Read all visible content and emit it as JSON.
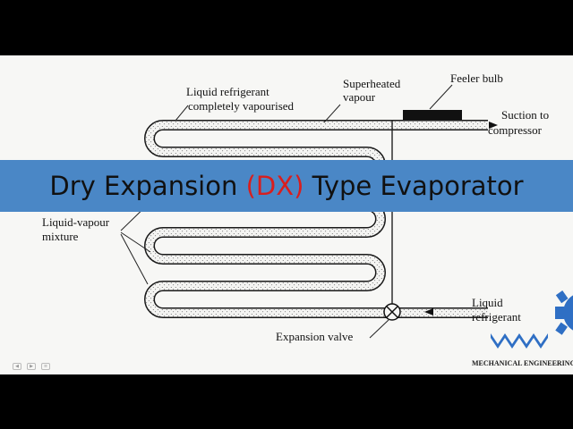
{
  "title": {
    "prefix": "Dry Expansion ",
    "accent": "(DX)",
    "suffix": " Type Evaporator"
  },
  "colors": {
    "banner": "#4a87c6",
    "accent": "#d81e1e",
    "slide_background": "#f7f7f5",
    "letterbox": "#000000",
    "logo": "#2f6fc4"
  },
  "labels": {
    "liquid_refrigerant_completely_vapourised": [
      "Liquid refrigerant",
      "completely vapourised"
    ],
    "superheated_vapour": [
      "Superheated",
      "vapour"
    ],
    "feeler_bulb": "Feeler bulb",
    "suction_to_compressor": [
      "Suction to",
      "compressor"
    ],
    "liquid_vapour_mixture": [
      "Liquid-vapour",
      "mixture"
    ],
    "liquid_refrigerant_inlet": [
      "Liquid",
      "refrigerant"
    ],
    "expansion_valve": "Expansion valve"
  },
  "logo": {
    "text": "MECHANICAL ENGINEERING",
    "icon": "gear-icon"
  },
  "nav": {
    "icons": [
      "previous-slide-icon",
      "next-slide-icon",
      "slide-menu-icon"
    ]
  }
}
